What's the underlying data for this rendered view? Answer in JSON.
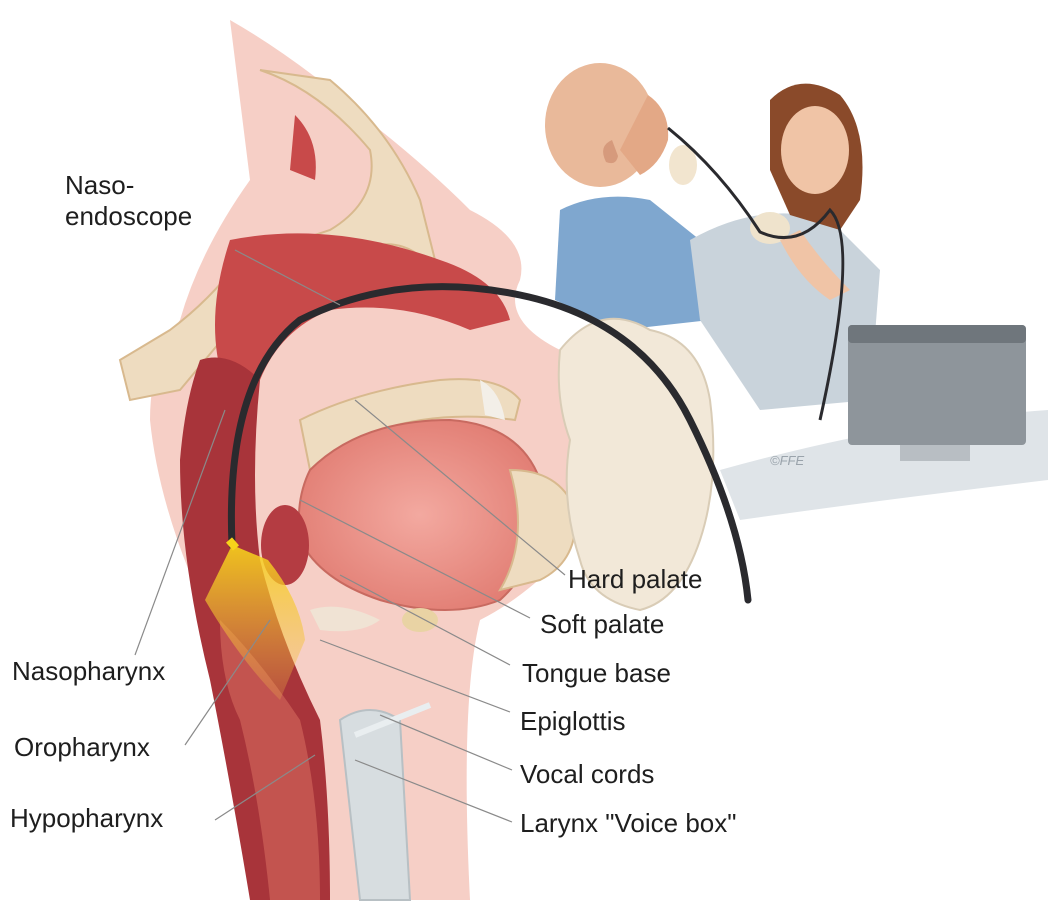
{
  "labels": {
    "nasoendoscope": "Naso-\nendoscope",
    "nasopharynx": "Nasopharynx",
    "oropharynx": "Oropharynx",
    "hypopharynx": "Hypopharynx",
    "hard_palate": "Hard palate",
    "soft_palate": "Soft palate",
    "tongue_base": "Tongue base",
    "epiglottis": "Epiglottis",
    "vocal_cords": "Vocal cords",
    "larynx": "Larynx \"Voice box\""
  },
  "watermark": "©FFE",
  "colors": {
    "skin": "#f6cfc6",
    "tissue": "#c84a4a",
    "tissue_dark": "#9e2a2a",
    "bone": "#eedcc0",
    "muscle": "#e58a80",
    "endoscope": "#2a2a2e",
    "light_beam": "#f2c21a",
    "glove": "#f2e8d8",
    "leader_line": "#8a8a8a"
  }
}
